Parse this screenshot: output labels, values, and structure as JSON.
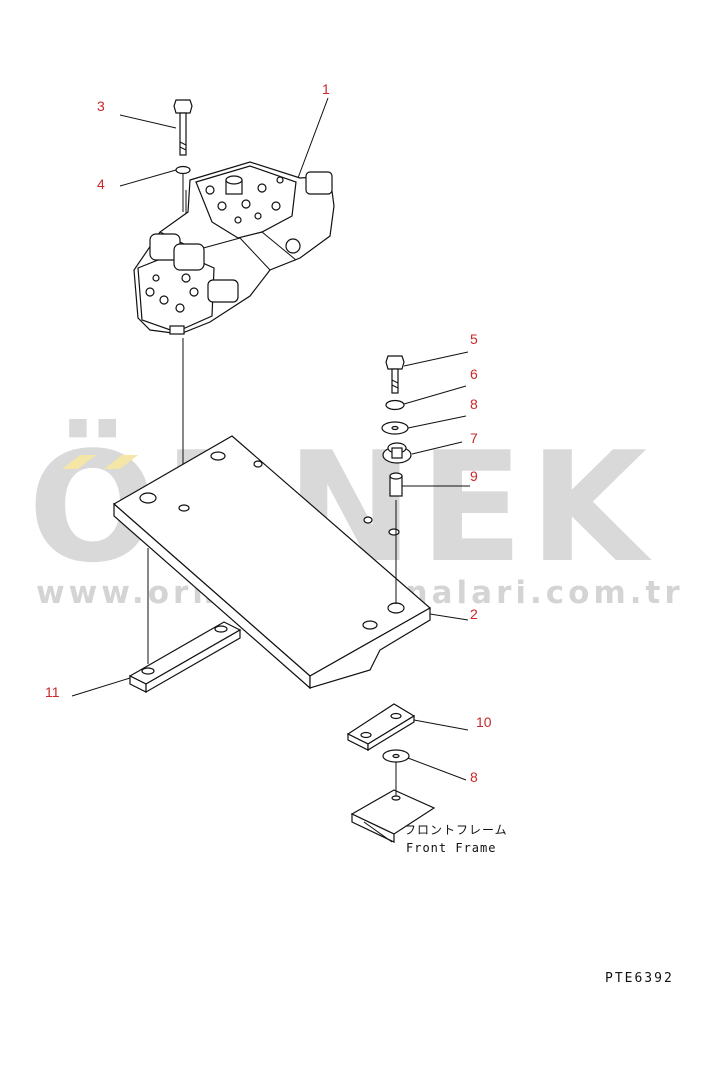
{
  "watermark": {
    "brand": "ÖRNEK",
    "url": "www.ornekismakinalari.com.tr"
  },
  "callouts": [
    "1",
    "3",
    "4",
    "5",
    "6",
    "8",
    "7",
    "9",
    "2",
    "11",
    "10",
    "8"
  ],
  "frame_label": {
    "japanese": "フロントフレーム",
    "english": "Front Frame"
  },
  "drawing_code": "PTE6392",
  "colors": {
    "callout": "#c8282a",
    "linework": "#111111",
    "watermark": "#d9d9d9",
    "watermark_accent": "#f3e6a6"
  }
}
